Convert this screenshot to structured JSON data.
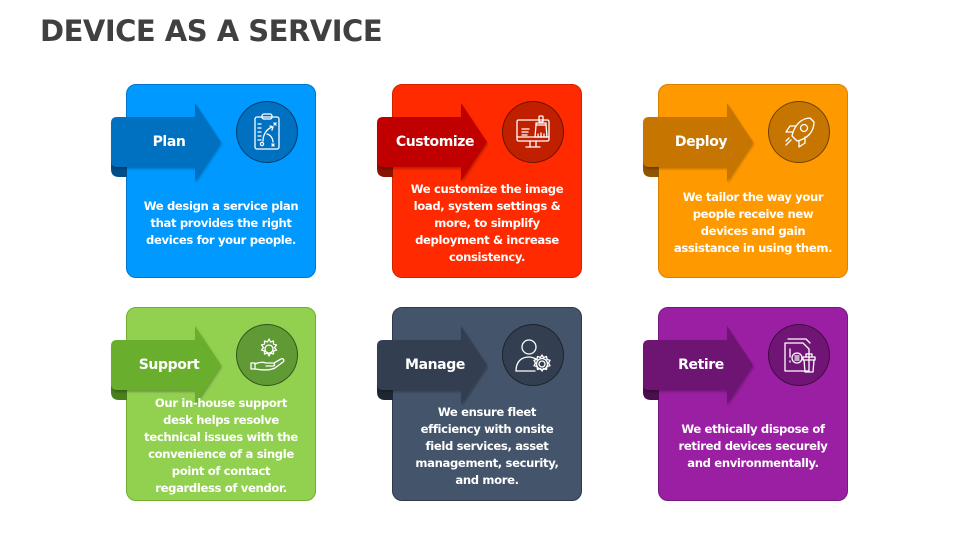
{
  "title": "DEVICE AS A SERVICE",
  "cards": [
    {
      "label": "Plan",
      "icon": "clipboard-strategy-icon",
      "description": "We design a service plan that provides the right devices for your people.",
      "colors": {
        "card": "#0099FF",
        "border": "#0077CC",
        "ribbon": "#0070C0",
        "ribbon_tail": "#004E8A",
        "circle": "#0070C0"
      }
    },
    {
      "label": "Customize",
      "icon": "monitor-brush-icon",
      "description": "We customize the image load, system settings & more, to simplify deployment & increase consistency.",
      "colors": {
        "card": "#FF2A00",
        "border": "#D42200",
        "ribbon": "#C00000",
        "ribbon_tail": "#8A1200",
        "circle": "#C02000"
      }
    },
    {
      "label": "Deploy",
      "icon": "rocket-icon",
      "description": "We tailor the way your people receive new devices and gain assistance in using them.",
      "colors": {
        "card": "#FF9900",
        "border": "#D98000",
        "ribbon": "#C67600",
        "ribbon_tail": "#8F5500",
        "circle": "#C67600"
      }
    },
    {
      "label": "Support",
      "icon": "hand-gear-icon",
      "description": "Our in-house support desk helps resolve technical issues with the convenience of a single point of contact regardless of vendor.",
      "colors": {
        "card": "#92D050",
        "border": "#6FAE2E",
        "ribbon": "#6AAE2E",
        "ribbon_tail": "#4A7F1E",
        "circle": "#5F9A35"
      }
    },
    {
      "label": "Manage",
      "icon": "user-gear-icon",
      "description": "We ensure fleet efficiency with onsite field services, asset management, security, and more.",
      "colors": {
        "card": "#44546A",
        "border": "#2E3A4A",
        "ribbon": "#333F50",
        "ribbon_tail": "#1F2733",
        "circle": "#333F50"
      }
    },
    {
      "label": "Retire",
      "icon": "document-trash-icon",
      "description": "We ethically dispose of retired devices securely and environmentally.",
      "colors": {
        "card": "#9B1FA3",
        "border": "#761880",
        "ribbon": "#6E1573",
        "ribbon_tail": "#4A0E4E",
        "circle": "#701575"
      }
    }
  ]
}
